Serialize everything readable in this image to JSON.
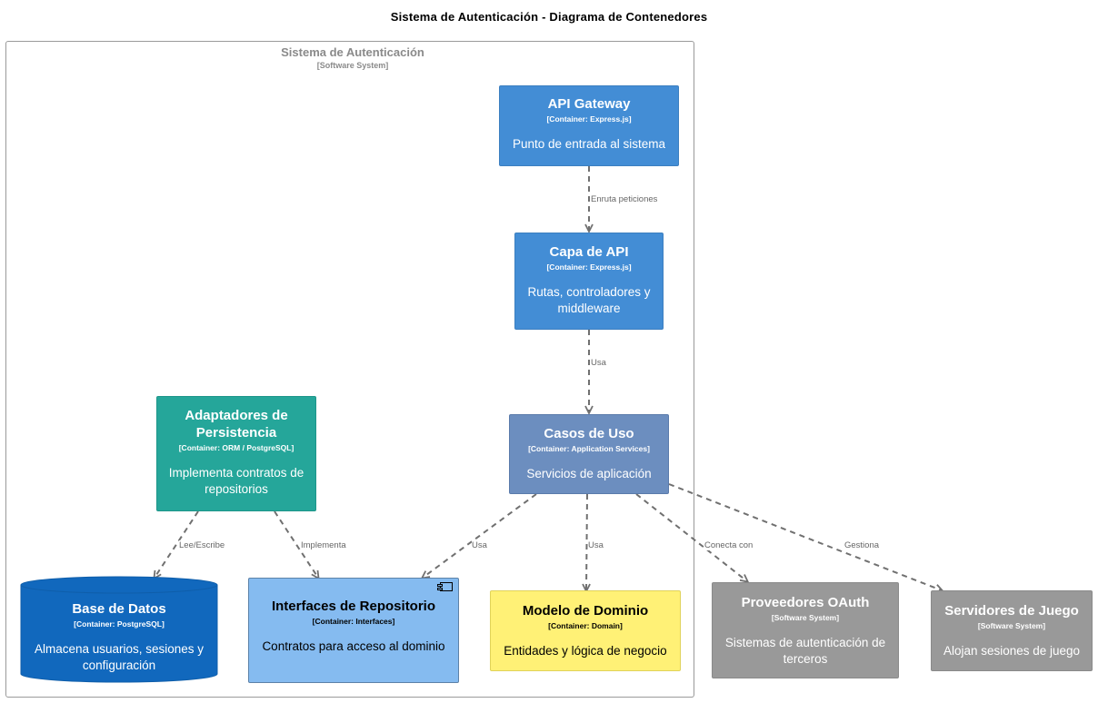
{
  "title": "Sistema de Autenticación - Diagrama de Contenedores",
  "boundary": {
    "name": "Sistema de Autenticación",
    "type": "[Software System]"
  },
  "nodes": {
    "api_gateway": {
      "name": "API Gateway",
      "type": "[Container: Express.js]",
      "desc": "Punto de entrada al sistema"
    },
    "capa_api": {
      "name": "Capa de API",
      "type": "[Container: Express.js]",
      "desc": "Rutas, controladores y middleware"
    },
    "casos_uso": {
      "name": "Casos de Uso",
      "type": "[Container: Application Services]",
      "desc": "Servicios de aplicación"
    },
    "adaptadores": {
      "name": "Adaptadores de Persistencia",
      "type": "[Container: ORM / PostgreSQL]",
      "desc": "Implementa contratos de repositorios"
    },
    "base_datos": {
      "name": "Base de Datos",
      "type": "[Container: PostgreSQL]",
      "desc": "Almacena usuarios, sesiones y configuración"
    },
    "interfaces_repo": {
      "name": "Interfaces de Repositorio",
      "type": "[Container: Interfaces]",
      "desc": "Contratos para acceso al dominio"
    },
    "modelo_dominio": {
      "name": "Modelo de Dominio",
      "type": "[Container: Domain]",
      "desc": "Entidades y lógica de negocio"
    },
    "oauth": {
      "name": "Proveedores OAuth",
      "type": "[Software System]",
      "desc": "Sistemas de autenticación de terceros"
    },
    "juego": {
      "name": "Servidores de Juego",
      "type": "[Software System]",
      "desc": "Alojan sesiones de juego"
    }
  },
  "edges": {
    "gateway_api": "Enruta peticiones",
    "api_casos": "Usa",
    "casos_repo": "Usa",
    "casos_dominio": "Usa",
    "casos_oauth": "Conecta con",
    "casos_juego": "Gestiona",
    "adapt_db": "Lee/Escribe",
    "adapt_repo": "Implementa"
  },
  "colors": {
    "container": "#438dd5",
    "persistence": "#25a69a",
    "application": "#6c8ebf",
    "external": "#999999",
    "interfaces": "#85bbf0",
    "domain": "#fff176",
    "database": "#1168bd",
    "edge": "#707070"
  },
  "icons": {
    "interfaces_repo": "component-icon"
  }
}
